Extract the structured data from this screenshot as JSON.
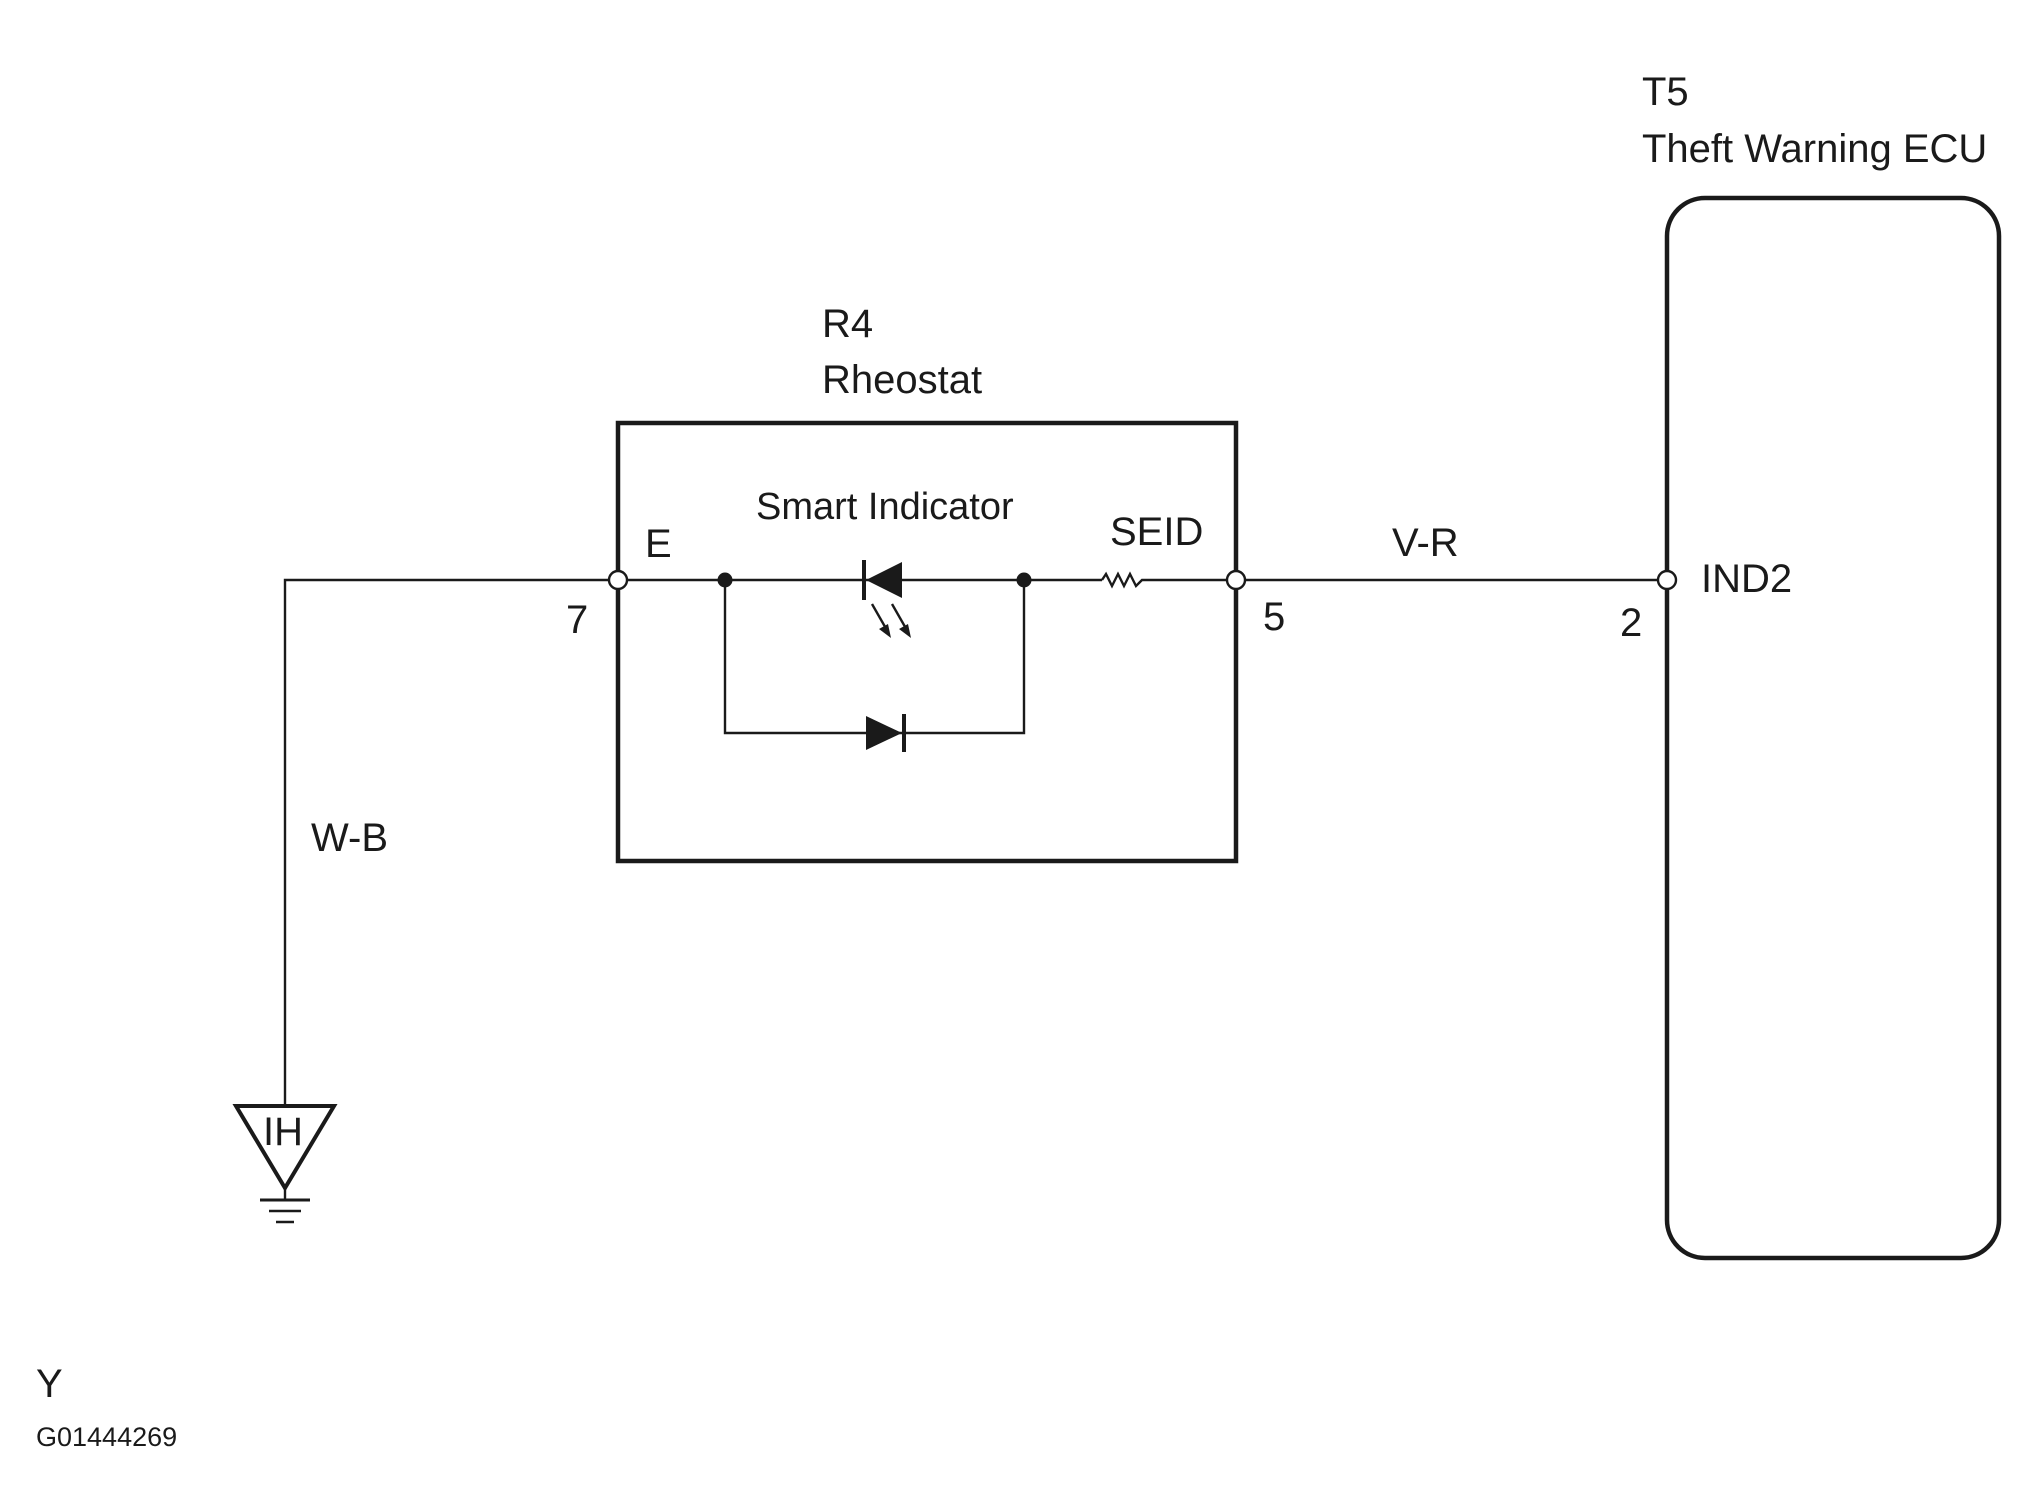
{
  "ecu": {
    "code": "T5",
    "name": "Theft Warning ECU",
    "terminal_name": "IND2",
    "pin": "2"
  },
  "rheostat": {
    "code": "R4",
    "name": "Rheostat",
    "indicator_label": "Smart Indicator",
    "left_terminal_name": "E",
    "right_terminal_name": "SEID",
    "left_pin": "7",
    "right_pin": "5"
  },
  "wires": {
    "ground_wire": "W-B",
    "signal_wire": "V-R"
  },
  "ground": {
    "label": "IH"
  },
  "footer": {
    "variant": "Y",
    "figure_id": "G01444269"
  }
}
